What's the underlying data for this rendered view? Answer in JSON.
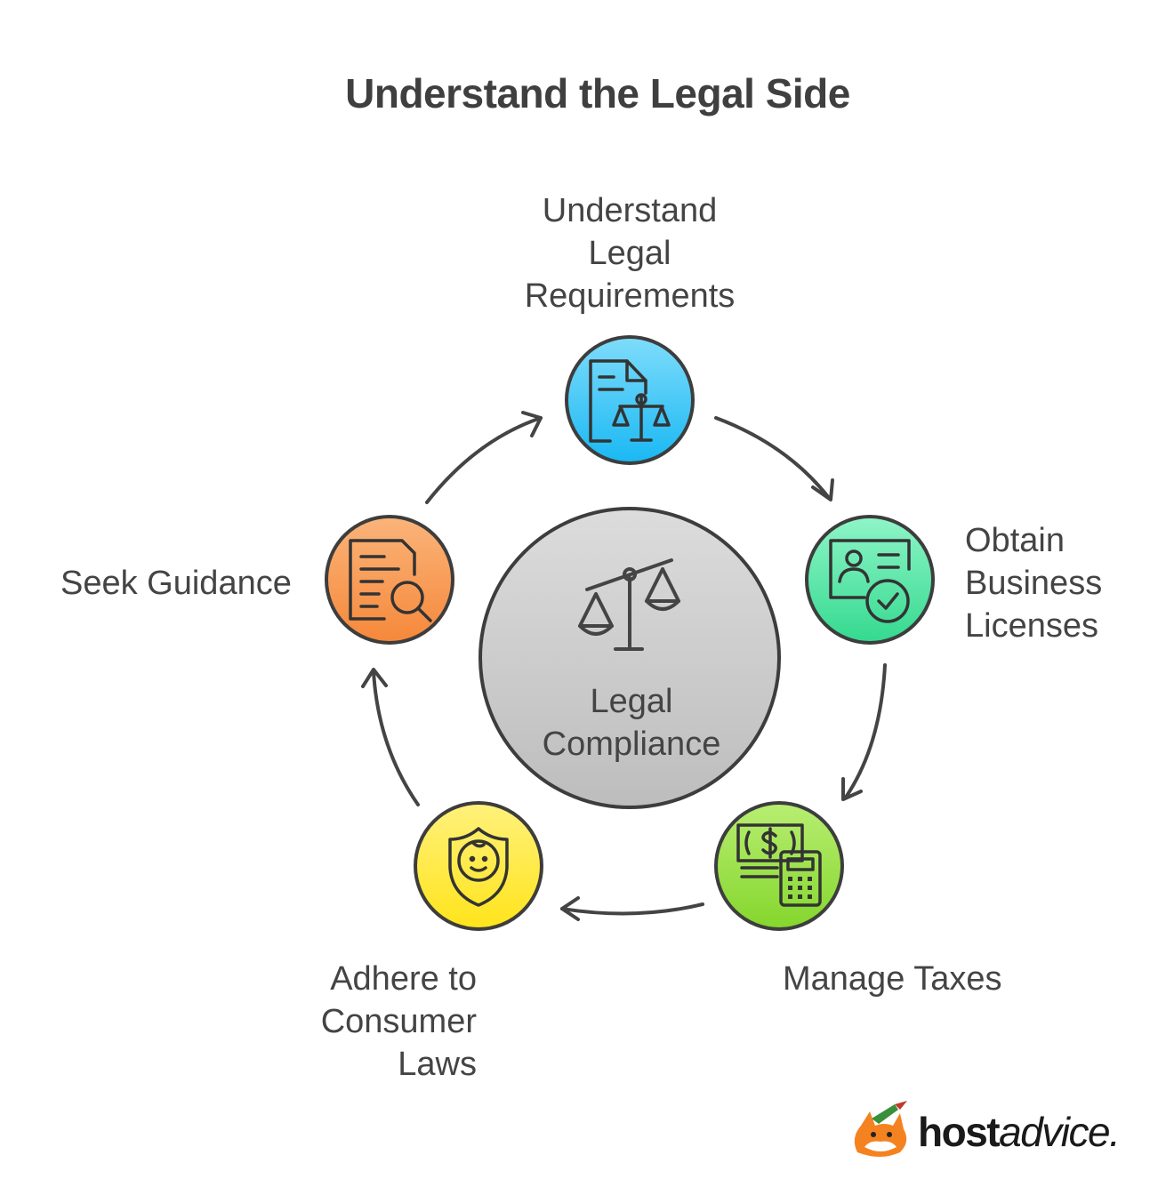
{
  "title": "Understand the Legal Side",
  "center": {
    "label": "Legal\nCompliance",
    "icon": "scales-icon",
    "color": "#c8c8c8"
  },
  "steps": [
    {
      "label": "Understand\nLegal\nRequirements",
      "icon": "legal-document-icon",
      "color": "#29c3f5"
    },
    {
      "label": "Obtain\nBusiness\nLicenses",
      "icon": "license-card-icon",
      "color": "#3fe3a1"
    },
    {
      "label": "Manage Taxes",
      "icon": "money-calculator-icon",
      "color": "#8fdf3a"
    },
    {
      "label": "Adhere to\nConsumer\nLaws",
      "icon": "shield-face-icon",
      "color": "#ffe62e"
    },
    {
      "label": "Seek Guidance",
      "icon": "document-search-icon",
      "color": "#f7964a"
    }
  ],
  "logo": {
    "text_bold": "host",
    "text_regular": "advice."
  }
}
